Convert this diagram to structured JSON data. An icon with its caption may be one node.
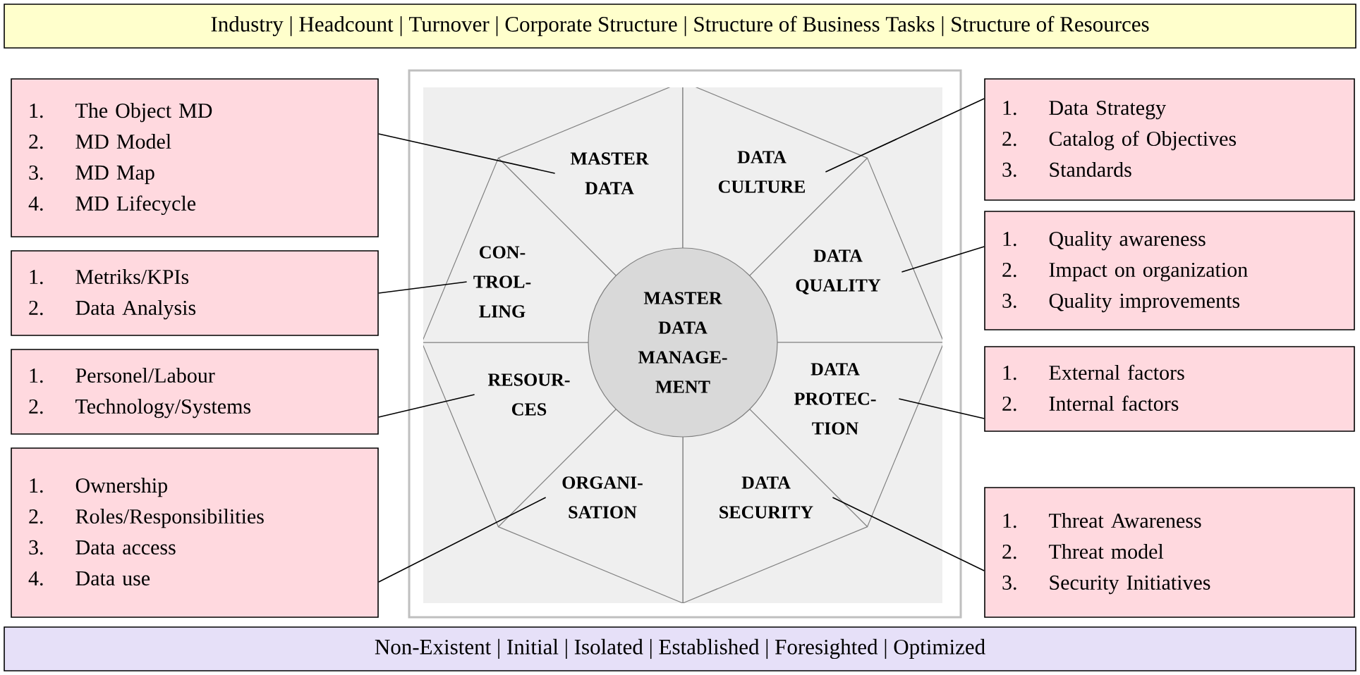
{
  "diagram": {
    "nodes": [
      {
        "text": [
          "Industry | Headcount | Turnover | Corporate Structure | Structure of Business Tasks | Structure of Resources"
        ]
      },
      {
        "text": [
          "1.",
          "The Object MD",
          "2.",
          "MD Model",
          "3.",
          "MD Map",
          "4.",
          "MD Lifecycle"
        ]
      },
      {
        "text": [
          "1.",
          "Metriks/KPIs",
          "2.",
          "Data Analysis"
        ]
      },
      {
        "text": [
          "1.",
          "Personel/Labour",
          "2.",
          "Technology/Systems"
        ]
      },
      {
        "text": [
          "1.",
          "Ownership",
          "2.",
          "Roles/Responsibilities",
          "3.",
          "Data access",
          "4.",
          "Data use"
        ]
      },
      {
        "text": [
          "1.",
          "Data Strategy",
          "2.",
          "Catalog of Objectives",
          "3.",
          "Standards"
        ]
      },
      {
        "text": [
          "1.",
          "Quality awareness",
          "2.",
          "Impact on organization",
          "3.",
          "Quality improvements"
        ]
      },
      {
        "text": [
          "1.",
          "External factors",
          "2.",
          "Internal factors"
        ]
      },
      {
        "text": [
          "1.",
          "Threat Awareness",
          "2.",
          "Threat model",
          "3.",
          "Security Initiatives"
        ]
      },
      {
        "text": [
          "MASTER DATA MANAGE- MENT"
        ]
      },
      {
        "text": [
          "MASTER DATA"
        ]
      },
      {
        "text": [
          "DATA CULTURE"
        ]
      },
      {
        "text": [
          "DATA QUALITY"
        ]
      },
      {
        "text": [
          "DATA PROTEC- TION"
        ]
      },
      {
        "text": [
          "DATA SECURITY"
        ]
      },
      {
        "text": [
          "ORGANI- SATION"
        ]
      },
      {
        "text": [
          "RESOUR- CES"
        ]
      },
      {
        "text": [
          "CON- TROL- LING"
        ]
      },
      {
        "text": [
          "Non-Existent | Initial | Isolated | Established | Foresighted | Optimized"
        ]
      }
    ],
    "edges": [
      {
        "from": 1,
        "to": 10,
        "arrow": "none"
      },
      {
        "from": 2,
        "to": 17,
        "arrow": "none"
      },
      {
        "from": 3,
        "to": 16,
        "arrow": "none"
      },
      {
        "from": 4,
        "to": 15,
        "arrow": "none"
      },
      {
        "from": 5,
        "to": 11,
        "arrow": "none"
      },
      {
        "from": 6,
        "to": 12,
        "arrow": "none"
      },
      {
        "from": 7,
        "to": 13,
        "arrow": "none"
      },
      {
        "from": 8,
        "to": 14,
        "arrow": "none"
      }
    ]
  }
}
